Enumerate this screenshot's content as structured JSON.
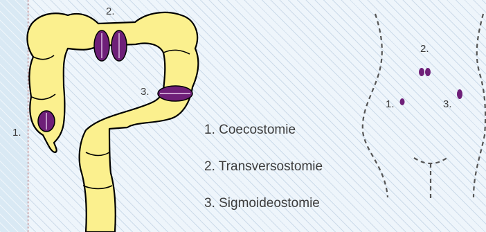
{
  "colon_labels": {
    "one": "1.",
    "two": "2.",
    "three": "3."
  },
  "legend": [
    {
      "text": "1. Coecostomie"
    },
    {
      "text": "2. Transversostomie"
    },
    {
      "text": "3. Sigmoideostomie"
    }
  ],
  "body_labels": {
    "one": "1.",
    "two": "2.",
    "three": "3."
  },
  "colors": {
    "colon_fill": "#fbf08e",
    "colon_outline": "#000000",
    "stoma": "#6e1f78",
    "outline": "#555555"
  }
}
